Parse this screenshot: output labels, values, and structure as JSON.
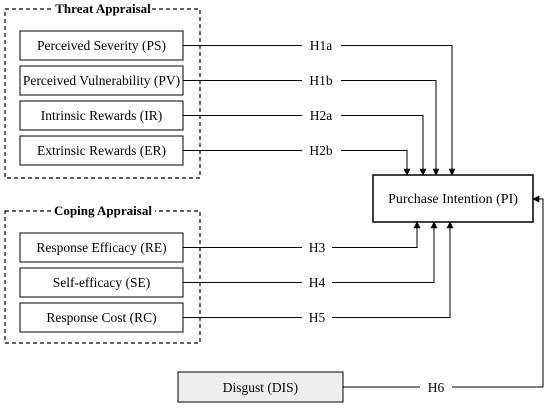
{
  "groups": {
    "threat": {
      "title": "Threat Appraisal"
    },
    "coping": {
      "title": "Coping Appraisal"
    }
  },
  "nodes": {
    "ps": "Perceived Severity (PS)",
    "pv": "Perceived Vulnerability (PV)",
    "ir": "Intrinsic Rewards (IR)",
    "er": "Extrinsic Rewards (ER)",
    "re": "Response Efficacy (RE)",
    "se": "Self-efficacy (SE)",
    "rc": "Response Cost (RC)",
    "dis": "Disgust (DIS)",
    "pi": "Purchase Intention (PI)"
  },
  "hypotheses": {
    "h1a": "H1a",
    "h1b": "H1b",
    "h2a": "H2a",
    "h2b": "H2b",
    "h3": "H3",
    "h4": "H4",
    "h5": "H5",
    "h6": "H6"
  },
  "colors": {
    "line": "#000000",
    "disgust_fill": "#eeeeee"
  }
}
